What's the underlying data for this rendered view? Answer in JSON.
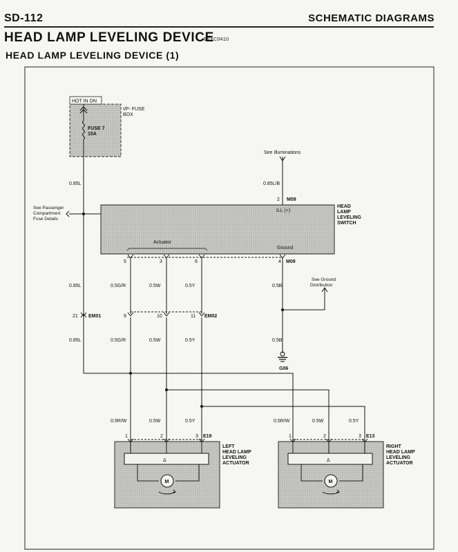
{
  "header": {
    "section": "SD-112",
    "category": "SCHEMATIC DIAGRAMS",
    "title": "HEAD LAMP LEVELING DEVICE",
    "code": "E2XC0410",
    "subtitle": "HEAD LAMP LEVELING DEVICE (1)"
  },
  "fuse_box": {
    "hot_label": "HOT IN ON",
    "name_line1": "I/P- FUSE",
    "name_line2": "BOX",
    "fuse_line1": "FUSE 7",
    "fuse_line2": "15A"
  },
  "illumination": {
    "ref": "See Illuminations",
    "wire": "0.85L/B",
    "pin": "2",
    "conn": "M09",
    "pin_label": "ILL (+)"
  },
  "switch": {
    "line1": "HEAD",
    "line2": "LAMP",
    "line3": "LEVELING",
    "line4": "SWITCH",
    "actuator_label": "Actuator",
    "ground_label": "Ground",
    "pins": [
      "5",
      "3",
      "6"
    ],
    "ground_pin": "4",
    "ground_conn": "M09"
  },
  "passenger_ref": {
    "line1": "See Passenger",
    "line2": "Compartment",
    "line3": "Fuse Details"
  },
  "wires": {
    "supply": "0.85L",
    "gr": "0.5G/R",
    "w": "0.5W",
    "y": "0.5Y",
    "b": "0.5B",
    "rw": "0.5R/W"
  },
  "em01": {
    "pin": "21",
    "conn": "EM01"
  },
  "em02": {
    "pins": [
      "9",
      "10",
      "11"
    ],
    "conn": "EM02"
  },
  "ground_ref": {
    "line1": "See Ground",
    "line2": "Distribution"
  },
  "ground": {
    "id": "G06"
  },
  "left_actuator": {
    "pins": [
      "1",
      "2",
      "3"
    ],
    "conn": "E19",
    "line1": "LEFT",
    "line2": "HEAD LAMP",
    "line3": "LEVELING",
    "line4": "ACTUATOR"
  },
  "right_actuator": {
    "pins": [
      "1",
      "2",
      "3"
    ],
    "conn": "E13",
    "line1": "RIGHT",
    "line2": "HEAD LAMP",
    "line3": "LEVELING",
    "line4": "ACTUATOR"
  },
  "motor": {
    "symbol": "M",
    "sensor_symbol": "Δ"
  }
}
